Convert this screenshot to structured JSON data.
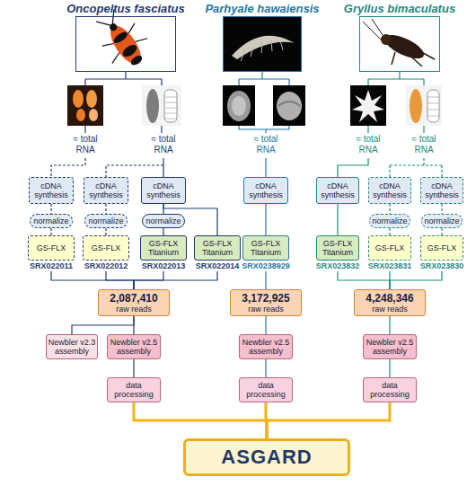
{
  "diagram": {
    "nodes": [
      {
        "text": [
          "Oncopeltus fasciatus"
        ]
      },
      {
        "text": [
          "Parhyale hawaiensis"
        ]
      },
      {
        "text": [
          "Gryllus bimaculatus"
        ]
      },
      {
        "text": [
          "cDNA synthesis"
        ]
      },
      {
        "text": [
          "cDNA synthesis"
        ]
      },
      {
        "text": [
          "cDNA synthesis"
        ]
      },
      {
        "text": [
          "cDNA synthesis"
        ]
      },
      {
        "text": [
          "cDNA synthesis"
        ]
      },
      {
        "text": [
          "cDNA synthesis"
        ]
      },
      {
        "text": [
          "cDNA synthesis"
        ]
      },
      {
        "text": [
          "normalize"
        ]
      },
      {
        "text": [
          "normalize"
        ]
      },
      {
        "text": [
          "normalize"
        ]
      },
      {
        "text": [
          "normalize"
        ]
      },
      {
        "text": [
          "normalize"
        ]
      },
      {
        "text": [
          "GS-FLX",
          "SRX022011"
        ]
      },
      {
        "text": [
          "GS-FLX",
          "SRX022012"
        ]
      },
      {
        "text": [
          "GS-FLX Titanium",
          "SRX022013"
        ]
      },
      {
        "text": [
          "GS-FLX Titanium",
          "SRX022014"
        ]
      },
      {
        "text": [
          "GS-FLX Titanium",
          "SRX0238929"
        ]
      },
      {
        "text": [
          "GS-FLX Titanium",
          "SRX023832"
        ]
      },
      {
        "text": [
          "GS-FLX",
          "SRX023831"
        ]
      },
      {
        "text": [
          "GS-FLX",
          "SRX023830"
        ]
      },
      {
        "text": [
          "2,087,410",
          "raw reads"
        ]
      },
      {
        "text": [
          "3,172,925",
          "raw reads"
        ]
      },
      {
        "text": [
          "4,248,346",
          "raw reads"
        ]
      },
      {
        "text": [
          "Newbler v2.3 assembly"
        ]
      },
      {
        "text": [
          "Newbler v2.5 assembly"
        ]
      },
      {
        "text": [
          "Newbler v2.5 assembly"
        ]
      },
      {
        "text": [
          "Newbler v2.5 assembly"
        ]
      },
      {
        "text": [
          "data processing"
        ]
      },
      {
        "text": [
          "data processing"
        ]
      },
      {
        "text": [
          "data processing"
        ]
      },
      {
        "text": [
          "ASGARD"
        ]
      }
    ],
    "edges": [
      {
        "from": 3,
        "to": 10,
        "arrow": "none"
      },
      {
        "from": 10,
        "to": 15,
        "arrow": "none"
      },
      {
        "from": 4,
        "to": 11,
        "arrow": "none"
      },
      {
        "from": 11,
        "to": 16,
        "arrow": "none"
      },
      {
        "from": 5,
        "to": 12,
        "arrow": "none"
      },
      {
        "from": 12,
        "to": 17,
        "arrow": "none"
      },
      {
        "from": 5,
        "to": 18,
        "arrow": "none"
      },
      {
        "from": 15,
        "to": 23,
        "arrow": "none"
      },
      {
        "from": 16,
        "to": 23,
        "arrow": "none"
      },
      {
        "from": 17,
        "to": 23,
        "arrow": "none"
      },
      {
        "from": 18,
        "to": 23,
        "arrow": "none"
      },
      {
        "from": 23,
        "to": 26,
        "arrow": "none"
      },
      {
        "from": 23,
        "to": 27,
        "arrow": "none"
      },
      {
        "from": 27,
        "to": 30,
        "arrow": "none"
      },
      {
        "from": 30,
        "to": 33,
        "arrow": "none"
      },
      {
        "from": 6,
        "to": 19,
        "arrow": "none"
      },
      {
        "from": 19,
        "to": 24,
        "arrow": "none"
      },
      {
        "from": 24,
        "to": 28,
        "arrow": "none"
      },
      {
        "from": 28,
        "to": 31,
        "arrow": "none"
      },
      {
        "from": 31,
        "to": 33,
        "arrow": "none"
      },
      {
        "from": 7,
        "to": 20,
        "arrow": "none"
      },
      {
        "from": 8,
        "to": 13,
        "arrow": "none"
      },
      {
        "from": 13,
        "to": 21,
        "arrow": "none"
      },
      {
        "from": 9,
        "to": 14,
        "arrow": "none"
      },
      {
        "from": 14,
        "to": 22,
        "arrow": "none"
      },
      {
        "from": 20,
        "to": 25,
        "arrow": "none"
      },
      {
        "from": 21,
        "to": 25,
        "arrow": "none"
      },
      {
        "from": 22,
        "to": 25,
        "arrow": "none"
      },
      {
        "from": 25,
        "to": 29,
        "arrow": "none"
      },
      {
        "from": 29,
        "to": 32,
        "arrow": "none"
      },
      {
        "from": 32,
        "to": 33,
        "arrow": "none"
      }
    ],
    "labels": [
      "≈ total RNA",
      "≈ total RNA",
      "≈ total RNA",
      "≈ total RNA",
      "≈ total RNA"
    ]
  }
}
